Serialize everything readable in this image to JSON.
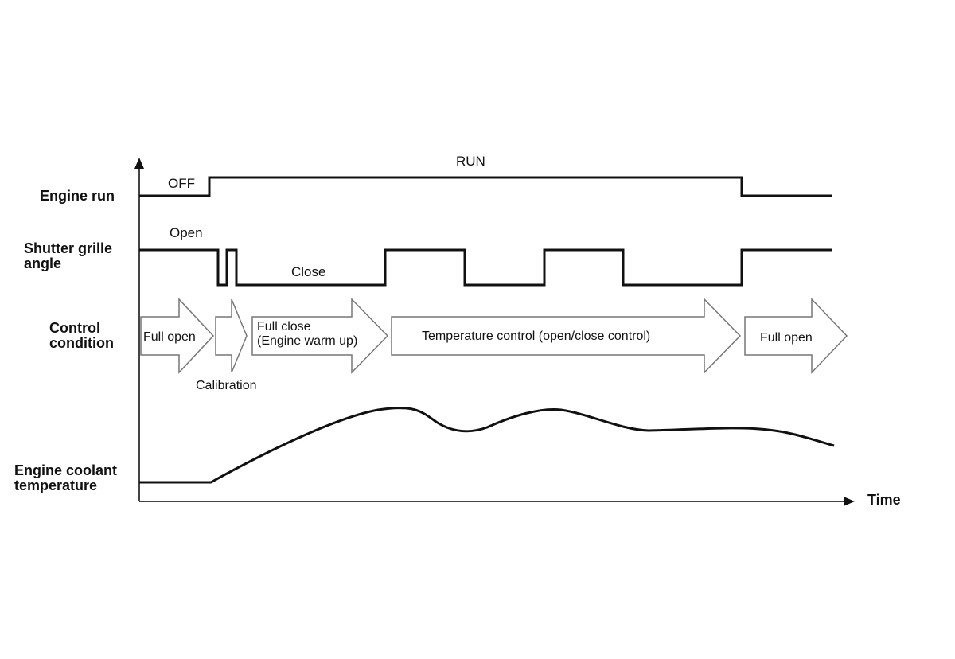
{
  "row_labels": {
    "engine_run": [
      "Engine run"
    ],
    "shutter_angle": [
      "Shutter grille",
      "angle"
    ],
    "control_condition": [
      "Control",
      "condition"
    ],
    "coolant_temp": [
      "Engine coolant",
      "temperature"
    ]
  },
  "axis": {
    "x_label": "Time"
  },
  "engine_run": {
    "off_label": "OFF",
    "run_label": "RUN"
  },
  "shutter": {
    "open_label": "Open",
    "close_label": "Close"
  },
  "conditions": {
    "full_open_1": "Full open",
    "calibration": "Calibration",
    "full_close_line1": "Full close",
    "full_close_line2": "(Engine warm up)",
    "temperature_control": "Temperature control (open/close control)",
    "full_open_2": "Full open"
  },
  "colors": {
    "line": "#111111",
    "arrow_outline": "#777777",
    "background": "#ffffff"
  }
}
